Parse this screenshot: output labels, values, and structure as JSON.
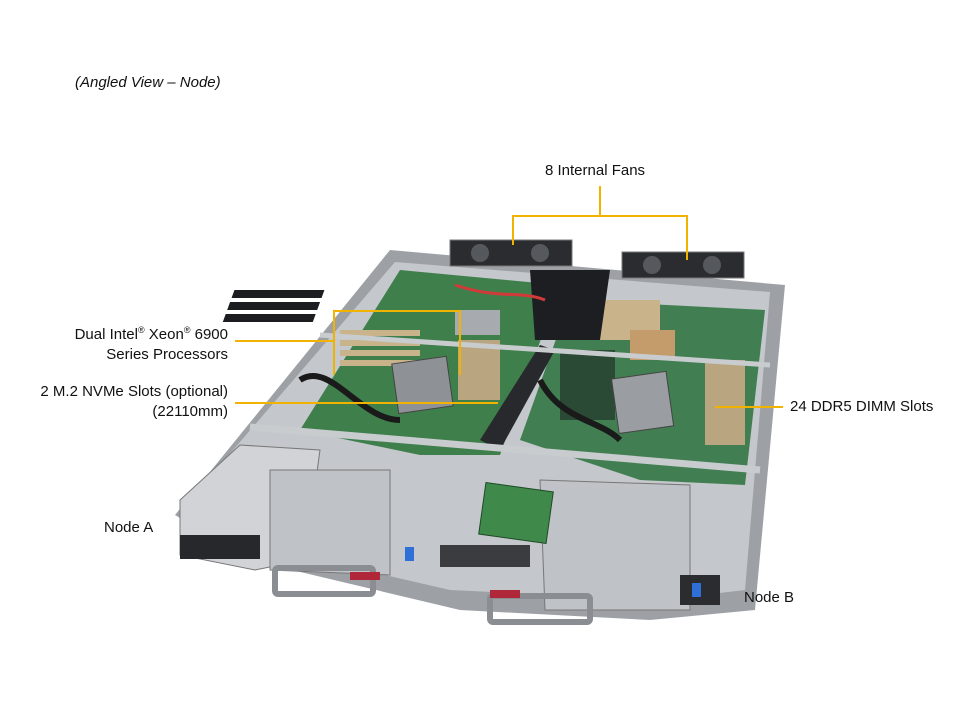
{
  "caption": "(Angled View – Node)",
  "callouts": {
    "fans": "8 Internal Fans",
    "processors_brand": "Dual Intel",
    "processors_xeon": " Xeon",
    "processors_model": " 6900",
    "processors_line2": "Series Processors",
    "nvme_line1": "2 M.2 NVMe Slots (optional)",
    "nvme_line2": "(22110mm)",
    "dimm": "24 DDR5 DIMM Slots",
    "node_a": "Node A",
    "node_b": "Node B"
  },
  "colors": {
    "callout_line": "#f0b400",
    "pcb_green": "#3e7f4c",
    "chassis_grey": "#b9bcc0",
    "dark": "#1e1f22"
  }
}
